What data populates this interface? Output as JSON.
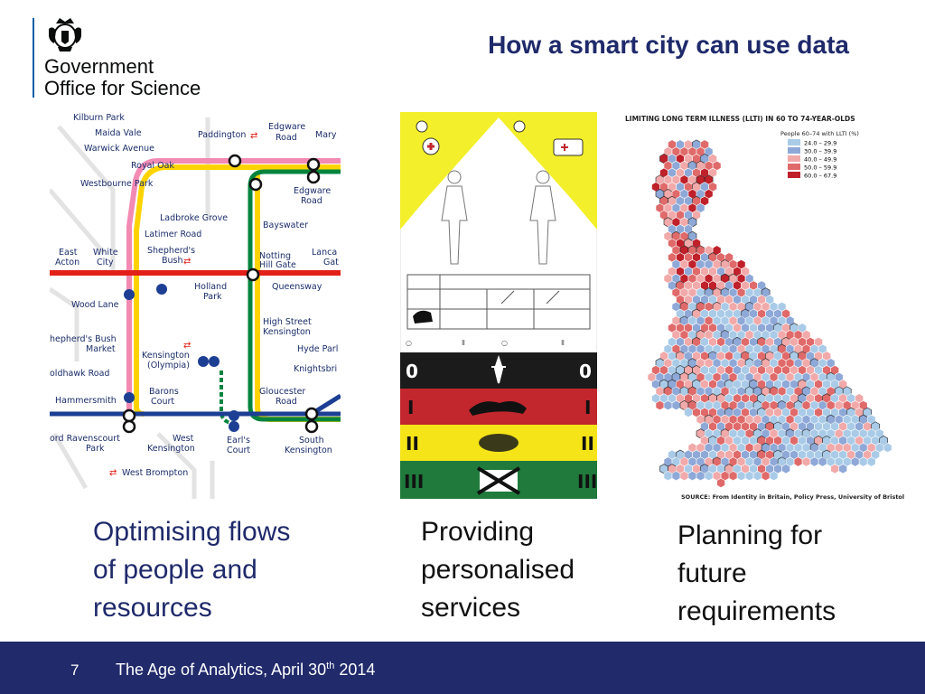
{
  "logo": {
    "line1": "Government",
    "line2": "Office for Science"
  },
  "title": "How a smart city can use data",
  "tube_map": {
    "stations": [
      "Kilburn Park",
      "Maida Vale",
      "Warwick Avenue",
      "Royal Oak",
      "Westbourne Park",
      "Paddington",
      "Edgware Road",
      "Mary",
      "Edgware Road",
      "Ladbroke Grove",
      "Latimer Road",
      "Bayswater",
      "East Acton",
      "White City",
      "Shepherd's Bush",
      "Notting Hill Gate",
      "Lanca Gat",
      "Wood Lane",
      "Holland Park",
      "Queensway",
      "High Street Kensington",
      "hepherd's Bush Market",
      "Kensington (Olympia)",
      "Hyde Parl",
      "Knightsbri",
      "oldhawk Road",
      "Barons Court",
      "Gloucester Road",
      "Hammersmith",
      "ord Ravenscourt Park",
      "West Kensington",
      "Earl's Court",
      "South Kensington",
      "West Brompton"
    ]
  },
  "triage": {
    "row_labels": [
      "0",
      "I",
      "II",
      "III"
    ],
    "colors": {
      "black": "#1b1b1b",
      "red": "#c1272d",
      "yellow": "#f5e417",
      "green": "#1f7a3c",
      "top": "#f3ef2a"
    }
  },
  "llti": {
    "title": "LIMITING LONG TERM ILLNESS (LLTI) IN 60 TO 74-YEAR-OLDS",
    "legend_title": "People 60–74 with LLTI (%)",
    "legend": [
      {
        "label": "24.0 – 29.9",
        "color": "#a9cbe8"
      },
      {
        "label": "30.0 – 39.9",
        "color": "#8ea8d8"
      },
      {
        "label": "40.0 – 49.9",
        "color": "#f2a9a9"
      },
      {
        "label": "50.0 – 59.9",
        "color": "#e06a6a"
      },
      {
        "label": "60.0 – 67.9",
        "color": "#c0202a"
      }
    ],
    "source": "SOURCE: From Identity in Britain, Policy Press, University of Bristol"
  },
  "captions": {
    "c1": [
      "Optimising flows",
      "of people and",
      "resources"
    ],
    "c2": [
      "Providing",
      "personalised",
      "services"
    ],
    "c3": [
      "Planning for",
      "future",
      "requirements"
    ]
  },
  "footer": {
    "page_number": "7",
    "text": "The Age of Analytics, April 30",
    "text_sup": "th",
    "text_end": " 2014"
  }
}
